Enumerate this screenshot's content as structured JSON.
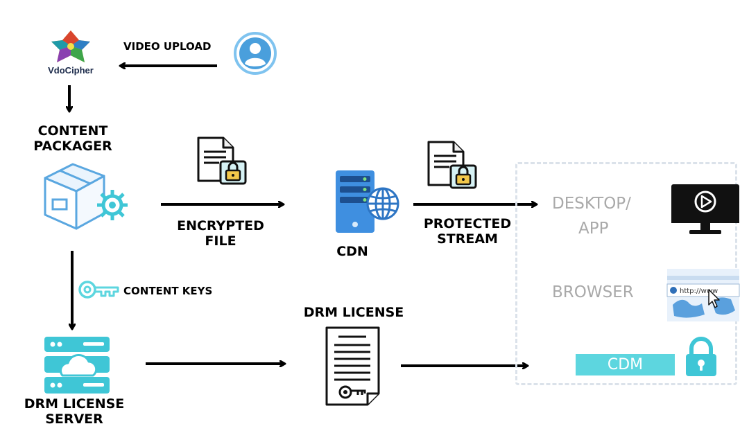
{
  "brand": {
    "name": "VdoCipher"
  },
  "labels": {
    "video_upload": "VIDEO UPLOAD",
    "content_packager": [
      "CONTENT",
      "PACKAGER"
    ],
    "encrypted_file": [
      "ENCRYPTED",
      "FILE"
    ],
    "cdn": "CDN",
    "protected_stream": [
      "PROTECTED",
      "STREAM"
    ],
    "content_keys": "CONTENT KEYS",
    "drm_license_server": [
      "DRM LICENSE",
      "SERVER"
    ],
    "drm_license": "DRM LICENSE"
  },
  "client_box": {
    "desktop_app": [
      "DESKTOP/",
      "APP"
    ],
    "browser": "BROWSER",
    "browser_url": "http://www",
    "cdm": "CDM"
  },
  "colors": {
    "accent_blue": "#4a9fdc",
    "accent_teal": "#5dd6df",
    "muted_text": "#a9a9a9",
    "dark_navy": "#1b2a4a"
  }
}
